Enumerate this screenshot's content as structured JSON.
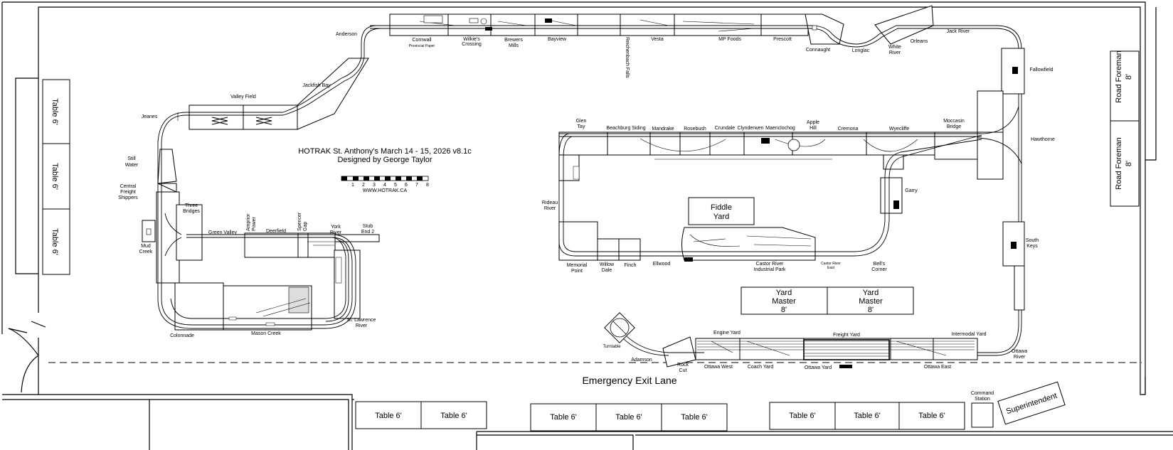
{
  "title": {
    "line1": "HOTRAK St. Anthony's March 14 - 15, 2026 v8.1c",
    "line2": "Designed by George Taylor",
    "url": "WWW.HOTRAK.CA",
    "scale_ticks": [
      "1",
      "2",
      "3",
      "4",
      "5",
      "6",
      "7",
      "8"
    ]
  },
  "exit_lane": "Emergency Exit Lane",
  "tables": {
    "left": [
      "Table 6'",
      "Table 6'",
      "Table 6'"
    ],
    "bottom": [
      "Table 6'",
      "Table 6'",
      "Table 6'",
      "Table 6'",
      "Table 6'",
      "Table 6'",
      "Table 6'",
      "Table 6'"
    ],
    "road_foreman": [
      "Road Foreman",
      "8'"
    ],
    "yard_master": [
      "Yard",
      "Master",
      "8'"
    ],
    "fiddle_yard": [
      "Fiddle",
      "Yard"
    ],
    "command_station": [
      "Command",
      "Station"
    ],
    "superintendent": "Superintendent"
  },
  "stations": {
    "anderson": "Anderson",
    "cornwall": "Cornwall",
    "provincial_paper": "Provincial Paper",
    "wilkes": [
      "Wilkie's",
      "Crossing"
    ],
    "brewers": [
      "Brewers",
      "Mills"
    ],
    "bayview": "Bayview",
    "reichenbach": "Reichenbach Falls",
    "vesta": "Vesta",
    "mp_foods": "MP Foods",
    "prescott": "Prescott",
    "connaught": "Connaught",
    "longlac": "Longlac",
    "white_river": [
      "White",
      "River"
    ],
    "orleans": "Orleans",
    "jack_river": "Jack River",
    "fallowfield": "Fallowfield",
    "hawthorne": "Hawthorne",
    "south_keys": [
      "South",
      "Keys"
    ],
    "ottawa_river": [
      "Ottawa",
      "River"
    ],
    "intermodal_yard": "Intermodal Yard",
    "freight_yard": "Freight Yard",
    "engine_yard": "Engine Yard",
    "ottawa_east": "Ottawa East",
    "ottawa_yard": "Ottawa Yard",
    "coach_yard": "Coach Yard",
    "ottawa_west": "Ottawa West",
    "rock_cut": [
      "Rock",
      "Cut"
    ],
    "adamson": "Adamson",
    "turntable": "Turntable",
    "jackfish_bay": "Jackfish Bay",
    "valley_field": "Valley Field",
    "jeanes": "Jeanes",
    "still_water": [
      "Still",
      "Water"
    ],
    "central_freight": [
      "Central",
      "Freight",
      "Shippers"
    ],
    "three_bridges": [
      "Three",
      "Bridges"
    ],
    "mud_creek": [
      "Mud",
      "Creek"
    ],
    "green_valley": "Green Valley",
    "amprior_power": [
      "Amprior",
      "Power"
    ],
    "deerfield": "Deerfield",
    "spencer_gap": [
      "Spencer",
      "Gap"
    ],
    "york_river": [
      "York",
      "River"
    ],
    "stub_end": [
      "Stub",
      "End 2"
    ],
    "st_lawrence": [
      "St. Lawrence",
      "River"
    ],
    "mason_creek": "Mason Creek",
    "colonnade": "Colonnade",
    "glen_tay": [
      "Glen",
      "Tay"
    ],
    "beachburg": "Beachburg Siding",
    "mandrake": "Mandrake",
    "rosebush": "Rosebush",
    "crundale": "Crundale",
    "clynderwen": "Clynderwen",
    "maenclochog": "Maenclochog",
    "apple_hill": [
      "Apple",
      "Hill"
    ],
    "cremona": "Cremona",
    "wyecliffe": "Wyecliffe",
    "moccasin": [
      "Moccasin",
      "Bridge"
    ],
    "garry": "Garry",
    "rideau": [
      "Rideau",
      "River"
    ],
    "memorial": [
      "Memorial",
      "Point"
    ],
    "willow": [
      "Willow",
      "Dale"
    ],
    "finch": "Finch",
    "ellwood": "Ellwood",
    "castor": [
      "Castor River",
      "Industrial Park"
    ],
    "castor_east": [
      "Castor River",
      "East"
    ],
    "bells": [
      "Bell's",
      "Corner"
    ]
  },
  "legend": {
    "colors": {
      "line": "#000000",
      "background": "#ffffff"
    }
  }
}
